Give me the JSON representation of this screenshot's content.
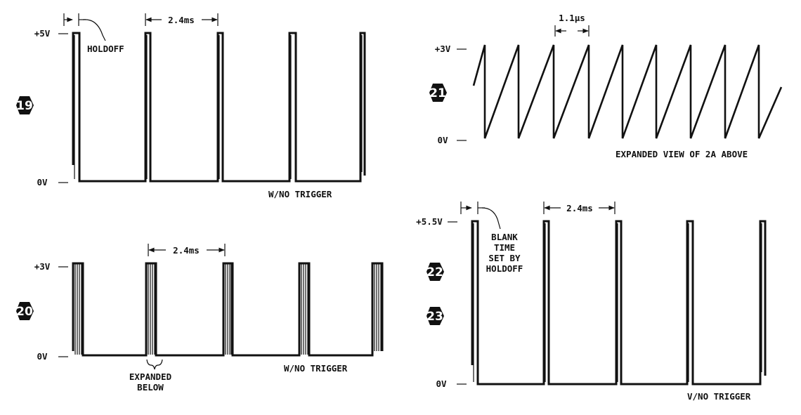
{
  "panels": {
    "p19": {
      "number": "19",
      "level_high": "+5V",
      "level_low": "0V",
      "holdoff_label": "HOLDOFF",
      "period_label": "2.4ms",
      "trigger_note": "W/NO TRIGGER"
    },
    "p20": {
      "number": "20",
      "level_high": "+3V",
      "level_low": "0V",
      "period_label": "2.4ms",
      "expanded_note_line1": "EXPANDED",
      "expanded_note_line2": "BELOW",
      "trigger_note": "W/NO TRIGGER"
    },
    "p21": {
      "number": "21",
      "level_high": "+3V",
      "level_low": "0V",
      "period_label": "1.1μs",
      "caption": "EXPANDED VIEW OF 2A ABOVE"
    },
    "p22_23": {
      "number_a": "22",
      "number_b": "23",
      "level_high": "+5.5V",
      "level_low": "0V",
      "period_label": "2.4ms",
      "blank_line1": "BLANK",
      "blank_line2": "TIME",
      "blank_line3": "SET BY",
      "blank_line4": "HOLDOFF",
      "trigger_note": "V/NO TRIGGER"
    }
  },
  "colors": {
    "ink": "#111111",
    "paper": "#ffffff"
  }
}
